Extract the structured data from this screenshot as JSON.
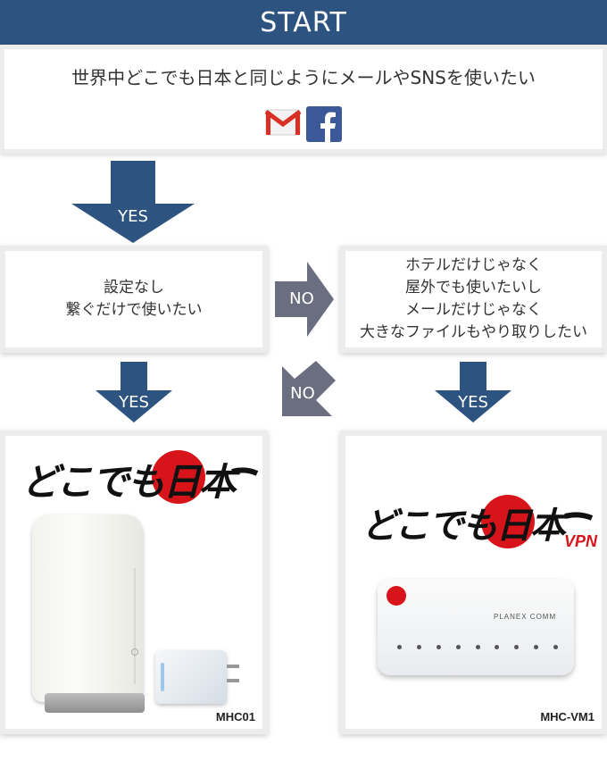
{
  "header": {
    "start_label": "START"
  },
  "question": {
    "text": "世界中どこでも日本と同じようにメールやSNSを使いたい",
    "icons": [
      "gmail-icon",
      "facebook-icon"
    ]
  },
  "arrows": {
    "yes_1": "YES",
    "yes_2": "YES",
    "yes_3": "YES",
    "no_1": "NO",
    "no_2": "NO"
  },
  "conditions": {
    "left": [
      "設定なし",
      "繋ぐだけで使いたい"
    ],
    "right": [
      "ホテルだけじゃなく",
      "屋外でも使いたいし",
      "メールだけじゃなく",
      "大きなファイルもやり取りしたい"
    ]
  },
  "products": {
    "left": {
      "logo": "どこでも日本",
      "model": "MHC01"
    },
    "right": {
      "logo": "どこでも日本",
      "logo_sub": "VPN",
      "brand": "PLANEX COMM",
      "model": "MHC-VM1"
    }
  },
  "colors": {
    "start_bar": "#2d5480",
    "arrow_blue": "#2d5480",
    "arrow_gray": "#6b6e80",
    "logo_red": "#d8141b"
  }
}
